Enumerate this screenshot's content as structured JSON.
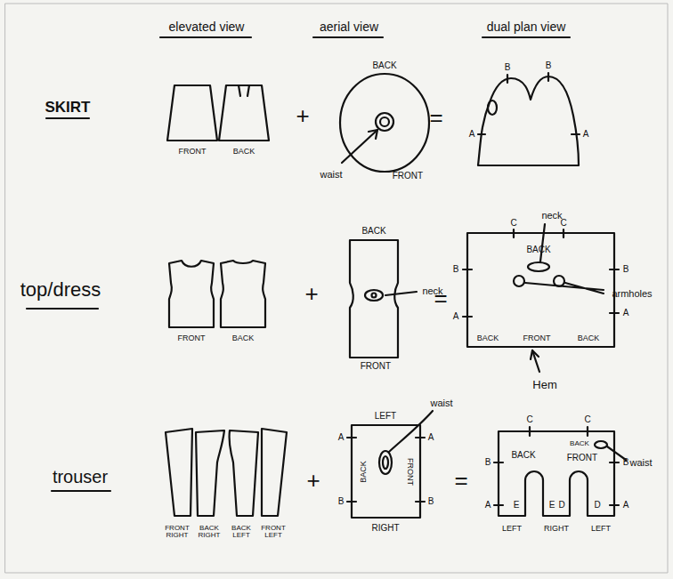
{
  "diagram": {
    "labels": [
      "elevated view",
      "aerial view",
      "dual plan view",
      "SKIRT",
      "FRONT",
      "BACK",
      "BACK",
      "waist",
      "FRONT",
      "B",
      "B",
      "A",
      "A",
      "top/dress",
      "FRONT",
      "BACK",
      "BACK",
      "neck",
      "FRONT",
      "neck",
      "C",
      "C",
      "BACK",
      "B",
      "B",
      "armholes",
      "A",
      "A",
      "BACK",
      "FRONT",
      "BACK",
      "Hem",
      "trouser",
      "FRONT RIGHT",
      "BACK RIGHT",
      "BACK LEFT",
      "FRONT LEFT",
      "LEFT",
      "waist",
      "A",
      "A",
      "BACK",
      "FRONT",
      "B",
      "B",
      "RIGHT",
      "C",
      "C",
      "BACK",
      "B",
      "B",
      "BACK",
      "FRONT",
      "waist",
      "A",
      "E",
      "E",
      "D",
      "D",
      "A",
      "LEFT",
      "RIGHT",
      "LEFT",
      "+",
      "=",
      "+",
      "=",
      "+",
      "="
    ]
  }
}
